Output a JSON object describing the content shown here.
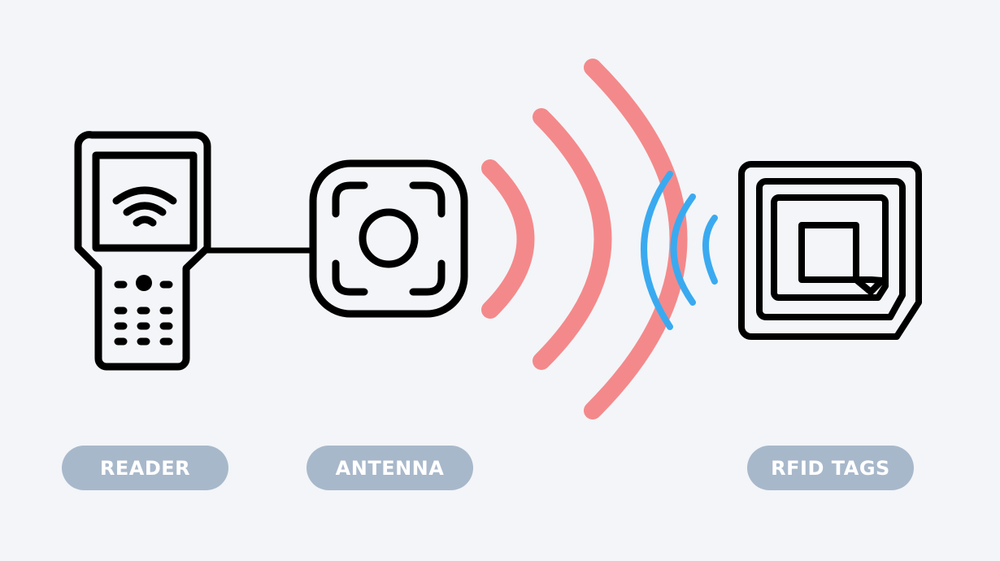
{
  "labels": {
    "reader": "READER",
    "antenna": "ANTENNA",
    "rfid_tags": "RFID TAGS"
  },
  "colors": {
    "background": "#f3f5f8",
    "stroke": "#000000",
    "reader_waves": "#f4898b",
    "tag_waves": "#3aaaf0",
    "label_pill": "#a8b8cb",
    "label_text": "#ffffff"
  },
  "icons": {
    "reader": "handheld-reader-icon",
    "antenna": "antenna-icon",
    "tag": "rfid-tag-icon"
  }
}
